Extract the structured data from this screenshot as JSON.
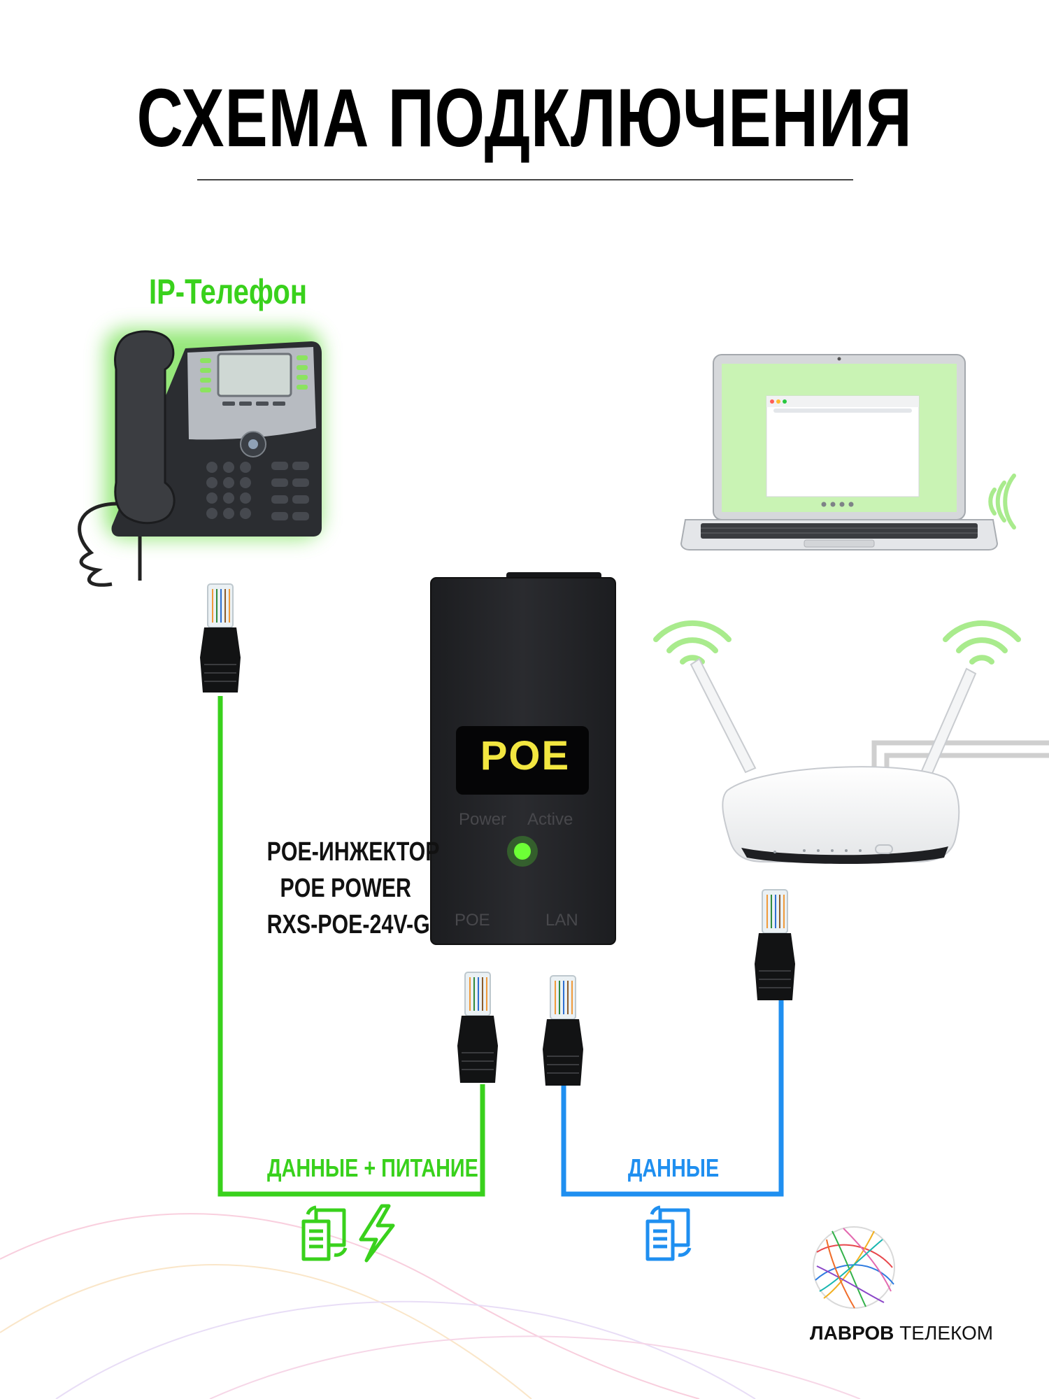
{
  "title": "СХЕМА ПОДКЛЮЧЕНИЯ",
  "phone_label": "IP-Телефон",
  "injector": {
    "lines": [
      "POE-ИНЖЕКТОР",
      "POE POWER",
      "RXS-POE-24V-G"
    ],
    "display": "POE",
    "indicator_labels": [
      "Power",
      "Active"
    ],
    "port_labels": [
      "POE",
      "LAN"
    ]
  },
  "links": {
    "green_label": "ДАННЫЕ + ПИТАНИЕ",
    "blue_label": "ДАННЫЕ"
  },
  "logo": {
    "bold": "ЛАВРОВ",
    "light": "ТЕЛЕКОМ"
  },
  "colors": {
    "green": "#39d11c",
    "blue": "#1f8ff0",
    "laptop_screen": "#c9f3b4",
    "device_black": "#232427",
    "poe_text": "#f2e640"
  },
  "icons": [
    "document-copy-icon",
    "lightning-icon",
    "wifi-icon"
  ]
}
